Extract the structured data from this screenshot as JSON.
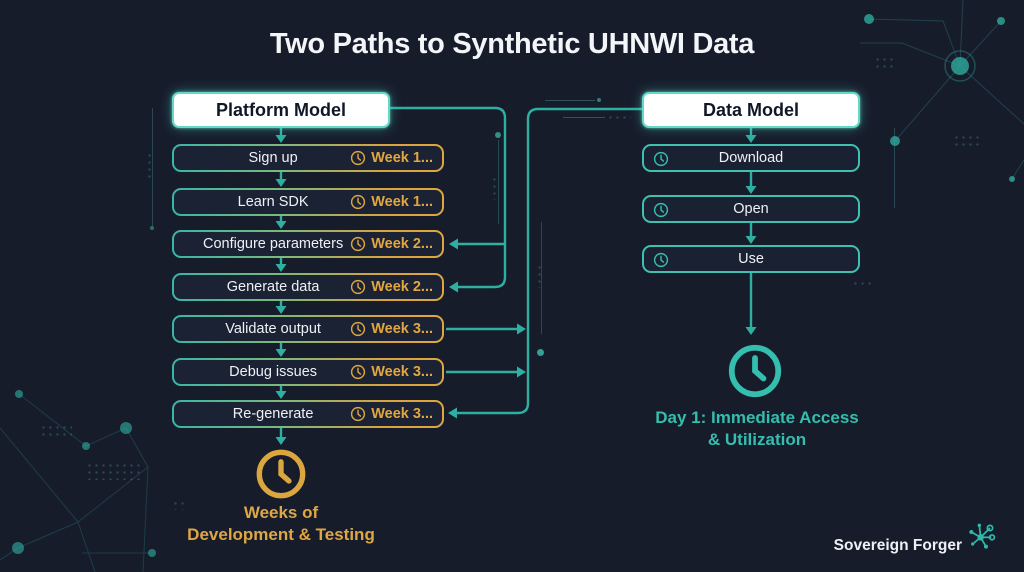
{
  "title": "Two Paths to Synthetic UHNWI Data",
  "platform_column": {
    "header": "Platform Model",
    "steps": [
      {
        "label": "Sign up",
        "time": "Week 1..."
      },
      {
        "label": "Learn SDK",
        "time": "Week 1..."
      },
      {
        "label": "Configure parameters",
        "time": "Week 2..."
      },
      {
        "label": "Generate data",
        "time": "Week 2..."
      },
      {
        "label": "Validate output",
        "time": "Week 3..."
      },
      {
        "label": "Debug issues",
        "time": "Week 3..."
      },
      {
        "label": "Re-generate",
        "time": "Week 3..."
      }
    ],
    "outcome": {
      "line1": "Weeks of",
      "line2": "Development & Testing"
    }
  },
  "data_column": {
    "header": "Data Model",
    "steps": [
      {
        "label": "Download"
      },
      {
        "label": "Open"
      },
      {
        "label": "Use"
      }
    ],
    "outcome": {
      "line1": "Day 1: Immediate Access",
      "line2": "& Utilization"
    }
  },
  "footer": {
    "brand": "Sovereign Forger"
  },
  "icons": {
    "step_time": "clock-icon",
    "platform_outcome": "clock-icon",
    "data_outcome": "clock-icon",
    "brand": "network-nodes-icon"
  },
  "colors": {
    "background": "#171c2b",
    "teal_accent": "#2fb3a4",
    "amber_accent": "#dda43d",
    "left_box_fill": "#1b2234",
    "right_box_border": "#3fc0b0",
    "header_fill": "#ffffff",
    "header_text": "#101828",
    "step_text": "#eef1f5"
  }
}
